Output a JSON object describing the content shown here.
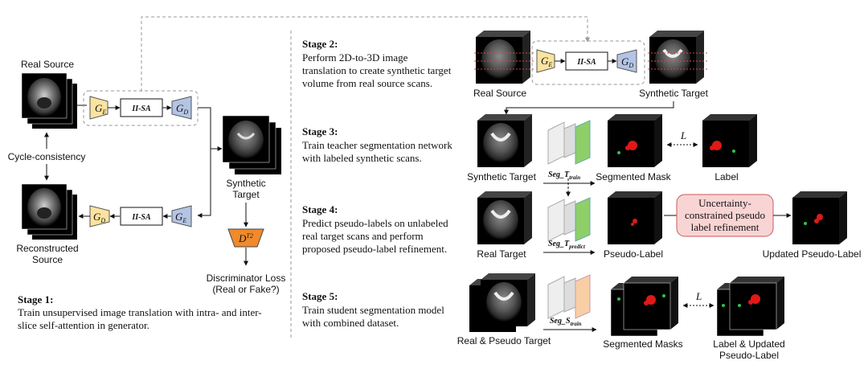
{
  "left": {
    "real_source": "Real Source",
    "cycle": "Cycle-consistency",
    "reconstructed_1": "Reconstructed",
    "reconstructed_2": "Source",
    "synthetic_1": "Synthetic",
    "synthetic_2": "Target",
    "disc_1": "Discriminator Loss",
    "disc_2": "(Real or Fake?)",
    "disc_label": "D",
    "disc_sup": "T2",
    "ge": "G",
    "ge_sub": "E",
    "gd": "G",
    "gd_sub": "D",
    "iisa": "II-SA"
  },
  "stage1": {
    "title": "Stage 1:",
    "line1": "Train unsupervised image translation with intra- and inter-",
    "line2": "slice self-attention in generator."
  },
  "stage2": {
    "title": "Stage 2:",
    "line1": "Perform 2D-to-3D image",
    "line2": "translation to create synthetic target",
    "line3": "volume from real source scans.",
    "real_source": "Real Source",
    "synthetic_target": "Synthetic Target"
  },
  "stage3": {
    "title": "Stage 3:",
    "line1": "Train teacher segmentation network",
    "line2": "with labeled synthetic scans.",
    "synthetic_target": "Synthetic Target",
    "seg": "Seg_T",
    "seg_sub": "train",
    "segmented_mask": "Segmented Mask",
    "label": "Label",
    "loss": "L"
  },
  "stage4": {
    "title": "Stage 4:",
    "line1": "Predict pseudo-labels on unlabeled",
    "line2": "real target scans and perform",
    "line3": "proposed pseudo-label refinement.",
    "real_target": "Real Target",
    "seg": "Seg_T",
    "seg_sub": "predict",
    "pseudo_label": "Pseudo-Label",
    "refine_1": "Uncertainty-",
    "refine_2": "constrained pseudo",
    "refine_3": "label refinement",
    "updated": "Updated Pseudo-Label"
  },
  "stage5": {
    "title": "Stage 5:",
    "line1": "Train student segmentation model",
    "line2": "with combined dataset.",
    "real_pseudo": "Real & Pseudo Target",
    "seg": "Seg_S",
    "seg_sub": "train",
    "segmented_masks": "Segmented Masks",
    "label_1": "Label & Updated",
    "label_2": "Pseudo-Label",
    "loss": "L"
  },
  "colors": {
    "encoder": "#fbe3a0",
    "decoder": "#b4c4e4",
    "discriminator": "#f08a2c",
    "refine_fill": "#f9d4d4",
    "refine_stroke": "#c85a5a",
    "green_plane": "#8fcf6a",
    "orange_plane": "#f8cfa4",
    "mask_red": "#e01818",
    "mask_green": "#2fc24a"
  }
}
